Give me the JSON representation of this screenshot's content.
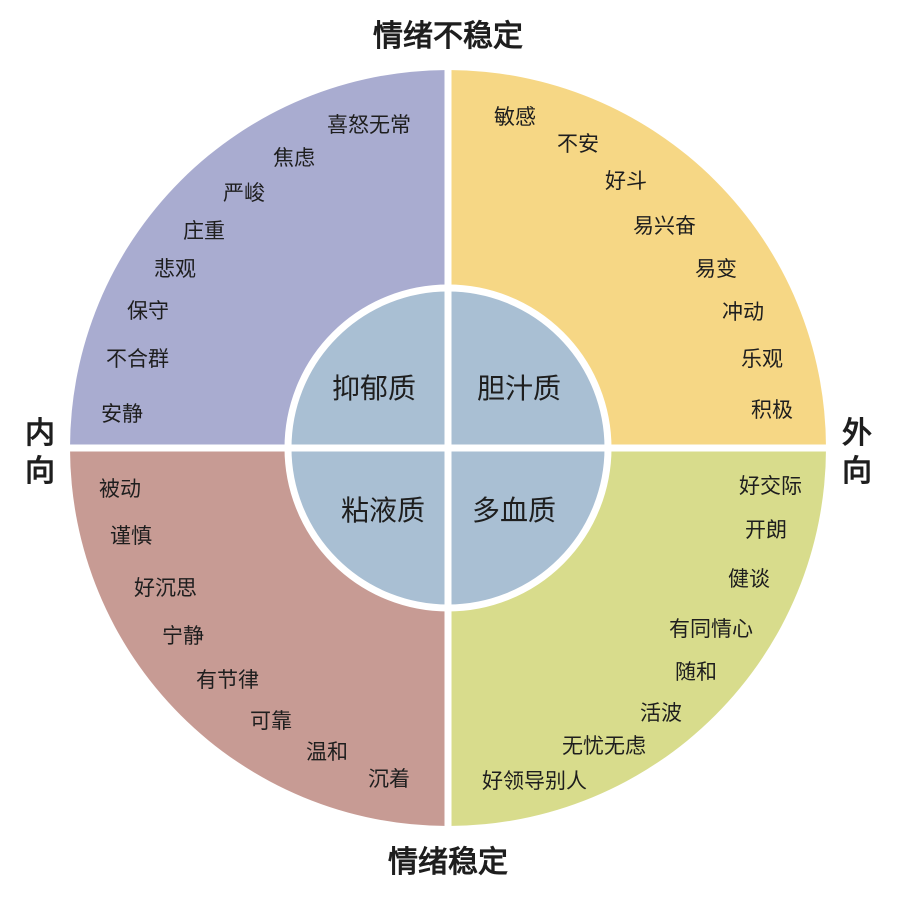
{
  "axis_labels": {
    "top": "情绪不稳定",
    "bottom": "情绪稳定",
    "left": "内向",
    "right": "外向"
  },
  "colors": {
    "melancholic": "#a9acd0",
    "choleric": "#f6d785",
    "phlegmatic": "#c79b94",
    "sanguine": "#d8dc8c",
    "inner_circle": "#a9bfd3",
    "divider": "#ffffff"
  },
  "quadrants": {
    "melancholic": {
      "type": "抑郁质",
      "traits": [
        "喜怒无常",
        "焦虑",
        "严峻",
        "庄重",
        "悲观",
        "保守",
        "不合群",
        "安静"
      ]
    },
    "choleric": {
      "type": "胆汁质",
      "traits": [
        "敏感",
        "不安",
        "好斗",
        "易兴奋",
        "易变",
        "冲动",
        "乐观",
        "积极"
      ]
    },
    "phlegmatic": {
      "type": "粘液质",
      "traits": [
        "被动",
        "谨慎",
        "好沉思",
        "宁静",
        "有节律",
        "可靠",
        "温和",
        "沉着"
      ]
    },
    "sanguine": {
      "type": "多血质",
      "traits": [
        "好交际",
        "开朗",
        "健谈",
        "有同情心",
        "随和",
        "活波",
        "无忧无虑",
        "好领导别人"
      ]
    }
  }
}
